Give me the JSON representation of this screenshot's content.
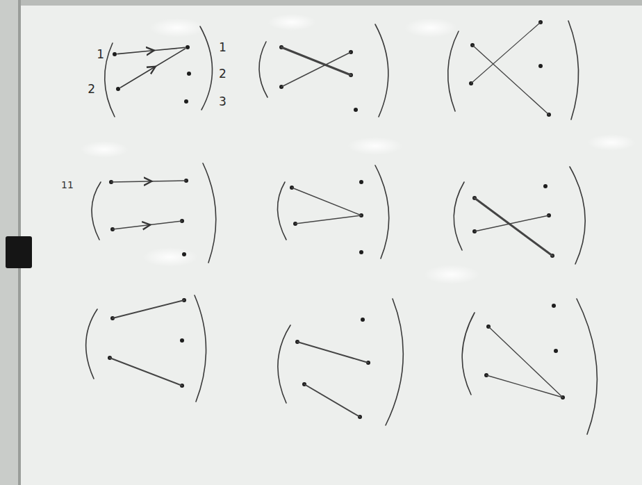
{
  "diagram": {
    "nodes": [
      {
        "text": [
          "1"
        ]
      },
      {
        "text": [
          "2"
        ]
      },
      {
        "text": [
          "1"
        ]
      },
      {
        "text": [
          "2"
        ]
      },
      {
        "text": [
          "3"
        ]
      }
    ],
    "edges": [
      {
        "from": 0,
        "to": 2,
        "arrow": "to"
      },
      {
        "from": 1,
        "to": 2,
        "arrow": "to"
      }
    ],
    "labels": [
      "11"
    ]
  }
}
